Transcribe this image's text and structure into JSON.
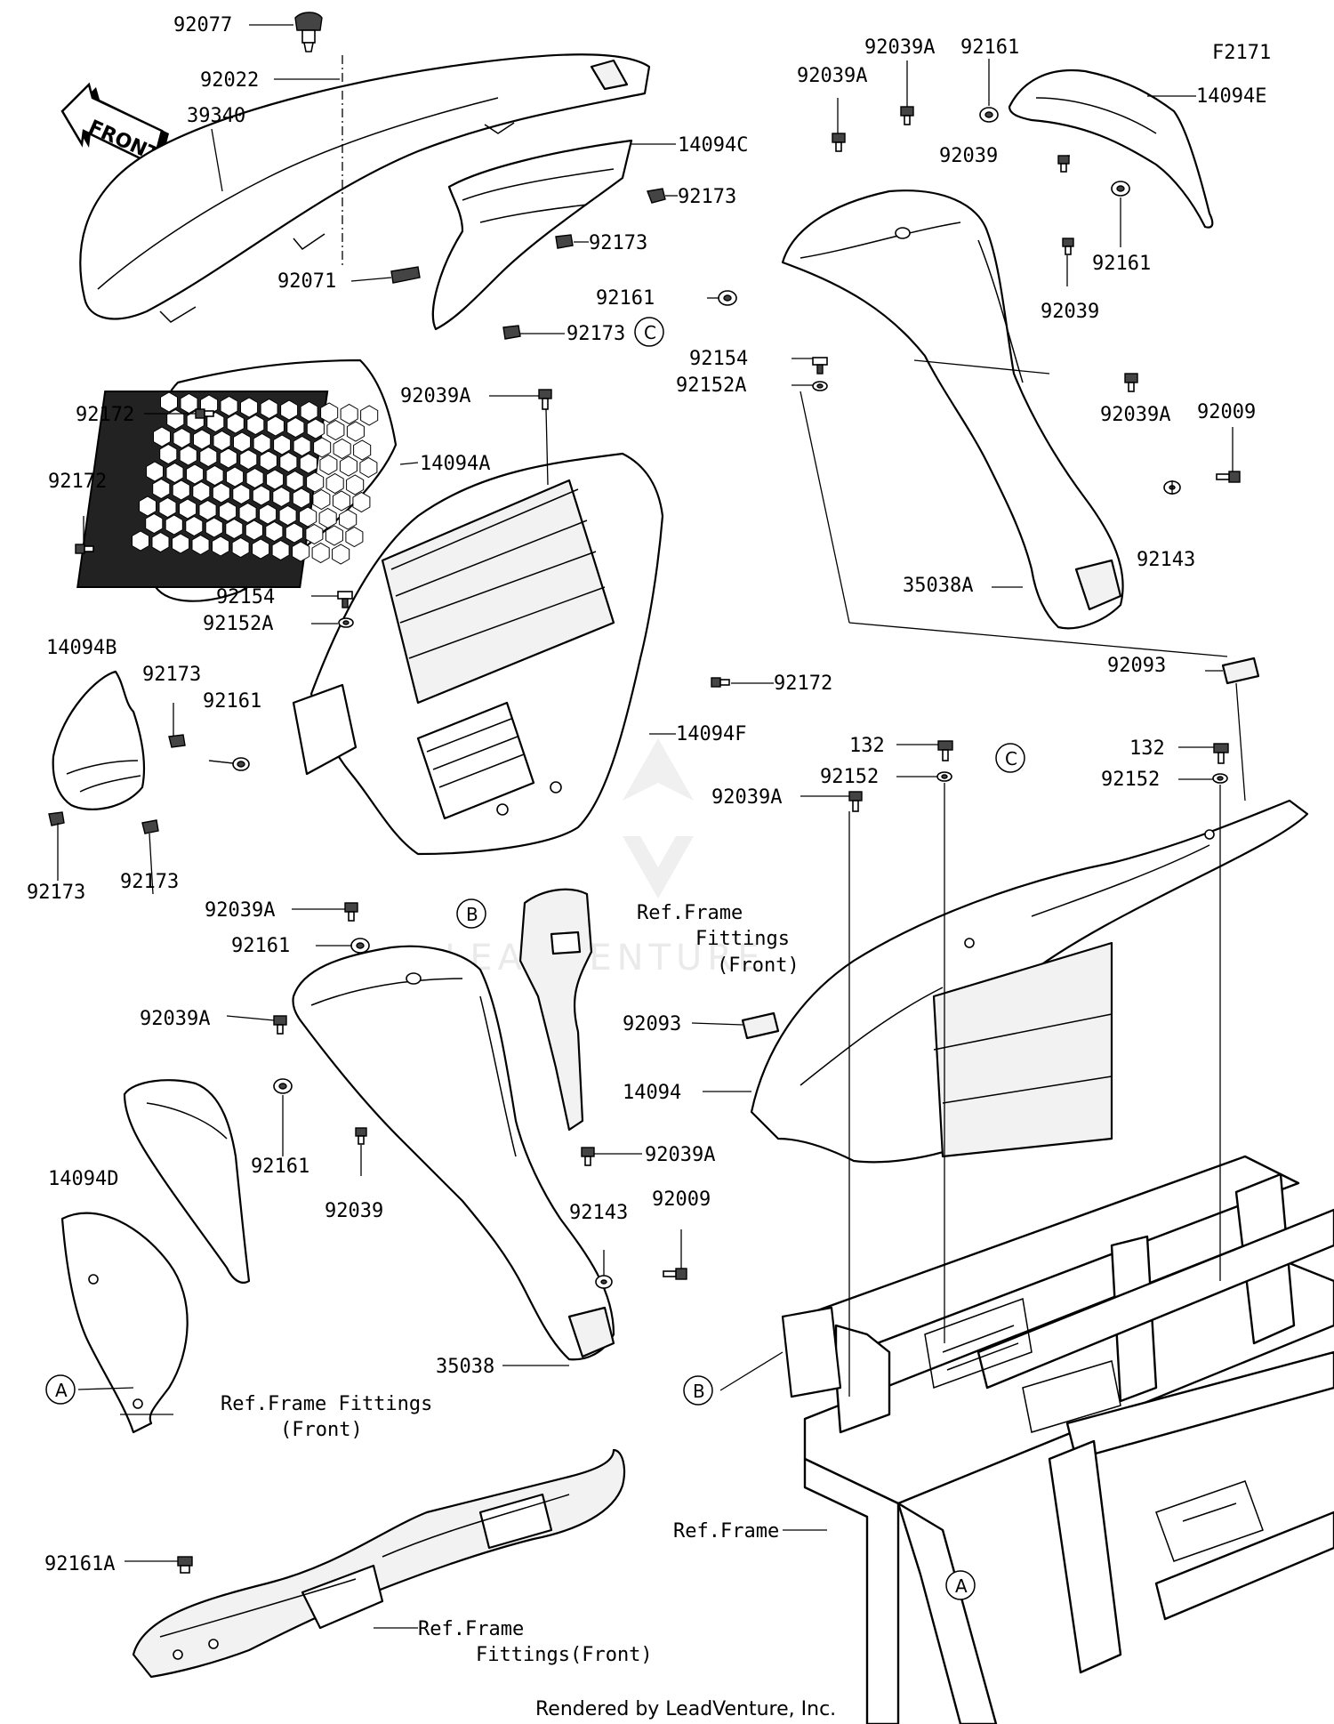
{
  "figure_code": "F2171",
  "front_label": "FRONT",
  "footer": "Rendered by LeadVenture, Inc.",
  "watermark": "LEADVENTURE",
  "circles": [
    "A",
    "B",
    "C"
  ],
  "refs": {
    "frame_fittings_front_1_a": "Ref.Frame",
    "frame_fittings_front_1_b": "Fittings",
    "frame_fittings_front_1_c": "(Front)",
    "frame_fittings_front_2_a": "Ref.Frame Fittings",
    "frame_fittings_front_2_b": "(Front)",
    "frame_fittings_front_3_a": "Ref.Frame",
    "frame_fittings_front_3_b": "Fittings(Front)",
    "frame": "Ref.Frame"
  },
  "parts": [
    "92077",
    "92022",
    "39340",
    "92071",
    "14094C",
    "92173",
    "92039A",
    "92161",
    "14094E",
    "92039",
    "92154",
    "92152A",
    "92172",
    "14094A",
    "92009",
    "92143",
    "35038A",
    "14094B",
    "14094F",
    "92093",
    "132",
    "92152",
    "14094",
    "14094D",
    "35038",
    "92161A"
  ]
}
